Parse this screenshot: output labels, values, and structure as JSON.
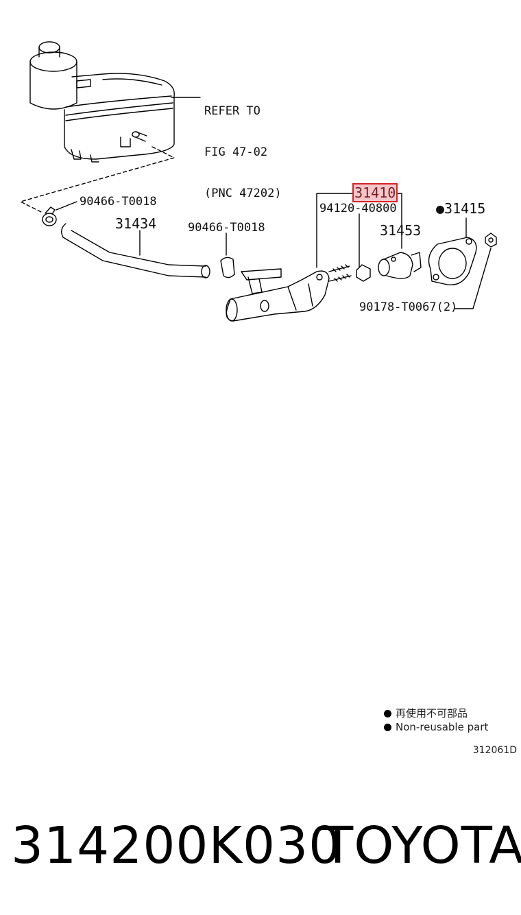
{
  "diagram": {
    "refer_note": [
      "REFER TO",
      "FIG 47-02",
      "(PNC 47202)"
    ],
    "callouts": {
      "clamp_left": "90466-T0018",
      "hose": "31434",
      "clamp_right": "90466-T0018",
      "master_cylinder": "31410",
      "bolt": "94120-40800",
      "boot": "31453",
      "gasket": "●31415",
      "nut": "90178-T0067(2)"
    },
    "highlight_color": "#d9222a"
  },
  "legend": {
    "line_jp": "再使用不可部品",
    "line_en": "Non-reusable part"
  },
  "figure_code": "312061D",
  "footer": {
    "part_number": "314200K030",
    "brand": "TOYOTA"
  }
}
